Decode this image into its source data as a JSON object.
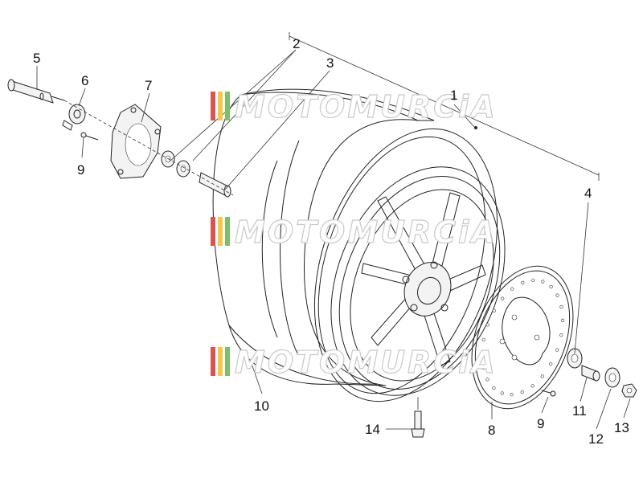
{
  "watermark": {
    "text": "MOTOMURCiA"
  },
  "callouts": {
    "c1": "1",
    "c2": "2",
    "c3": "3",
    "c4": "4",
    "c5": "5",
    "c6": "6",
    "c7": "7",
    "c8": "8",
    "c9a": "9",
    "c9b": "9",
    "c10": "10",
    "c11": "11",
    "c12": "12",
    "c13": "13",
    "c14": "14"
  },
  "colors": {
    "line": "#222222",
    "wm_stroke": "#c9c9c9",
    "flag_red": "#d9534f",
    "flag_yellow": "#f2c94c",
    "flag_green": "#7bbf6a"
  }
}
